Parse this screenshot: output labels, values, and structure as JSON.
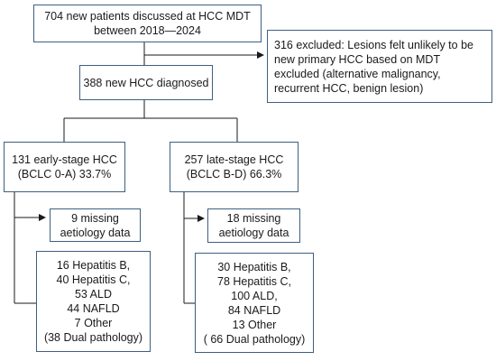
{
  "diagram": {
    "mdt_box": {
      "lines": [
        "704 new patients discussed at HCC MDT",
        "between 2018—2024"
      ]
    },
    "excluded_box": {
      "lines": [
        "316 excluded: Lesions felt unlikely to be",
        "new primary HCC based on MDT",
        "excluded (alternative malignancy,",
        "recurrent HCC, benign lesion)"
      ]
    },
    "diagnosed_box": {
      "lines": [
        "388 new HCC diagnosed"
      ]
    },
    "early_box": {
      "lines": [
        "131 early-stage HCC",
        "(BCLC 0-A) 33.7%"
      ]
    },
    "late_box": {
      "lines": [
        "257 late-stage HCC",
        "(BCLC B-D) 66.3%"
      ]
    },
    "early_missing_box": {
      "lines": [
        "9 missing",
        "aetiology data"
      ]
    },
    "late_missing_box": {
      "lines": [
        "18 missing",
        "aetiology data"
      ]
    },
    "early_aetiology_box": {
      "lines": [
        "16 Hepatitis B,",
        "40 Hepatitis C,",
        "53 ALD",
        "44 NAFLD",
        "7 Other",
        "(38 Dual pathology)"
      ]
    },
    "late_aetiology_box": {
      "lines": [
        "30 Hepatitis B,",
        "78 Hepatitis C,",
        "100 ALD,",
        "84 NAFLD",
        "13 Other",
        "( 66 Dual pathology)"
      ]
    }
  }
}
